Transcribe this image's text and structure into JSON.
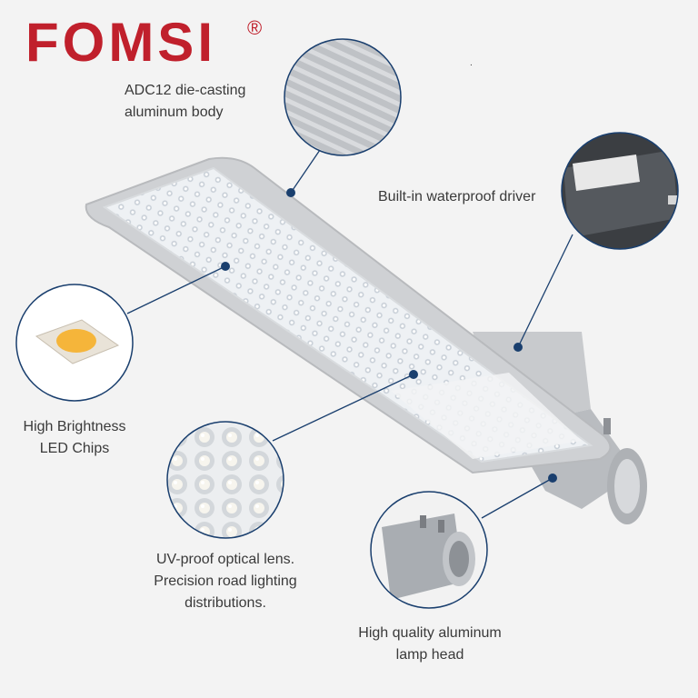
{
  "brand": {
    "name": "FOMSI",
    "registered": "®",
    "color": "#c0202c"
  },
  "stray_mark": ".",
  "callouts": {
    "body": {
      "line1": "ADC12 die-casting",
      "line2": "aluminum body"
    },
    "driver": {
      "line1": "Built-in waterproof driver"
    },
    "chips": {
      "line1": "High Brightness",
      "line2": "LED Chips"
    },
    "lens": {
      "line1": "UV-proof optical lens.",
      "line2": "Precision road lighting",
      "line3": "distributions."
    },
    "head": {
      "line1": "High quality aluminum",
      "line2": "lamp head"
    }
  },
  "colors": {
    "accent_blue": "#1a3f6e",
    "background": "#f3f3f3",
    "housing": "#c9cbcf"
  },
  "icons": [
    "magnifier-circle-body",
    "magnifier-circle-driver",
    "magnifier-circle-chip",
    "magnifier-circle-lens",
    "magnifier-circle-head"
  ]
}
